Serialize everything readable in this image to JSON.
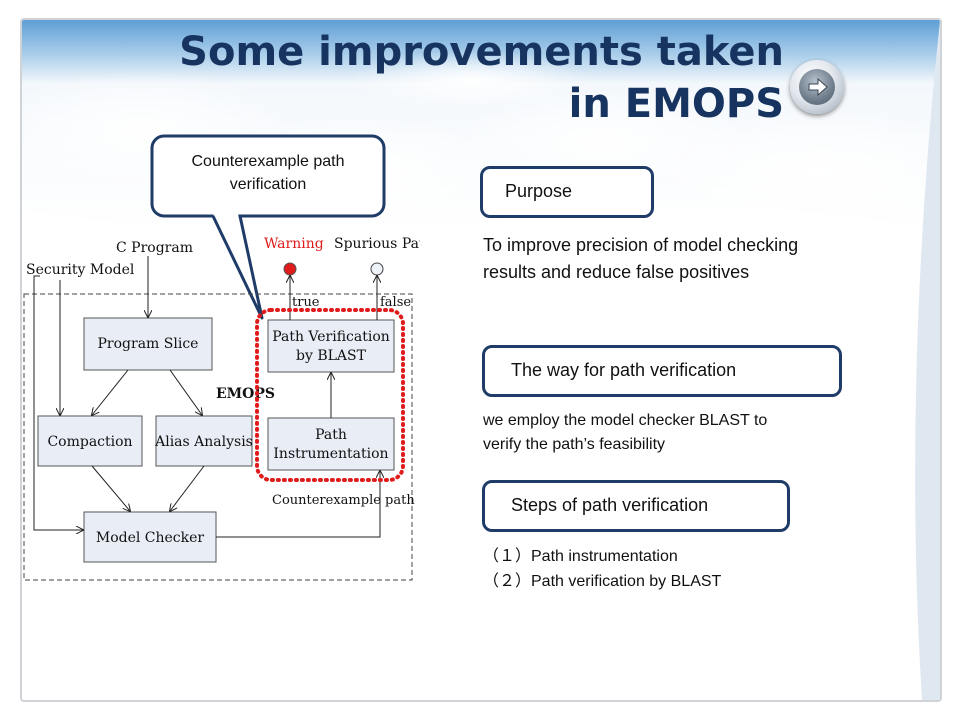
{
  "slide": {
    "title": "Some improvements taken in EMOPS",
    "nav_icon": "arrow-right-icon",
    "callout_text": "Counterexample path verification",
    "colors": {
      "title": "#16345f",
      "box_border": "#1f3c69",
      "highlight_dots": "#e01b1b",
      "warning": "#e01b1b"
    }
  },
  "sections": {
    "purpose_label": "Purpose",
    "purpose_text_line1": "To improve precision of model checking",
    "purpose_text_line2": "results and reduce false positives",
    "way_label": "The way for path verification",
    "way_text_line1": "we employ the model checker BLAST to",
    "way_text_line2": "verify the path’s feasibility",
    "steps_label": "Steps of path verification",
    "step1": "（１）Path instrumentation",
    "step2": "（２）Path verification by BLAST"
  },
  "diagram": {
    "security_model": "Security Model",
    "c_program": "C Program",
    "warning": "Warning",
    "spurious_path": "Spurious Path",
    "true_label": "true",
    "false_label": "false",
    "program_slice": "Program Slice",
    "emops": "EMOPS",
    "compaction": "Compaction",
    "alias_analysis": "Alias Analysis",
    "path_verification_l1": "Path Verification",
    "path_verification_l2": "by BLAST",
    "path_instr_l1": "Path",
    "path_instr_l2": "Instrumentation",
    "counterexample_path": "Counterexample path",
    "model_checker": "Model Checker"
  }
}
